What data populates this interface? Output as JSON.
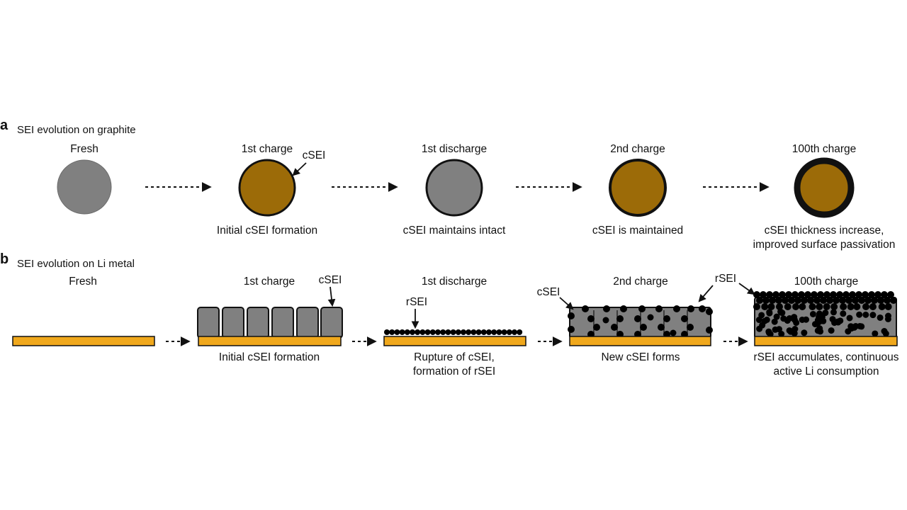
{
  "colors": {
    "graphite_fresh": "#808080",
    "cSEI_particle": "#9C6B08",
    "li_metal": "#F0A81C",
    "cSEI_block": "#808080",
    "rSEI": "#000000"
  },
  "panel_a": {
    "letter": "a",
    "title": "SEI evolution on graphite",
    "stages": [
      {
        "title": "Fresh",
        "caption": ""
      },
      {
        "title": "1st charge",
        "caption": "Initial cSEI formation",
        "pointer": "cSEI"
      },
      {
        "title": "1st discharge",
        "caption": "cSEI maintains intact"
      },
      {
        "title": "2nd charge",
        "caption": "cSEI is maintained"
      },
      {
        "title": "100th charge",
        "caption": [
          "cSEI thickness increase,",
          "improved surface passivation"
        ]
      }
    ]
  },
  "panel_b": {
    "letter": "b",
    "title": "SEI evolution on Li metal",
    "stages": [
      {
        "title": "Fresh",
        "caption": ""
      },
      {
        "title": "1st charge",
        "caption": [
          "Initial cSEI formation"
        ],
        "pointer": "cSEI"
      },
      {
        "title": "1st discharge",
        "caption": [
          "Rupture of cSEI,",
          "formation of rSEI"
        ],
        "pointer": "rSEI"
      },
      {
        "title": "2nd charge",
        "caption": [
          "New cSEI forms"
        ],
        "pointers": [
          "cSEI",
          "rSEI"
        ]
      },
      {
        "title": "100th charge",
        "caption": [
          "rSEI accumulates, continuous",
          "active Li consumption"
        ]
      }
    ]
  }
}
